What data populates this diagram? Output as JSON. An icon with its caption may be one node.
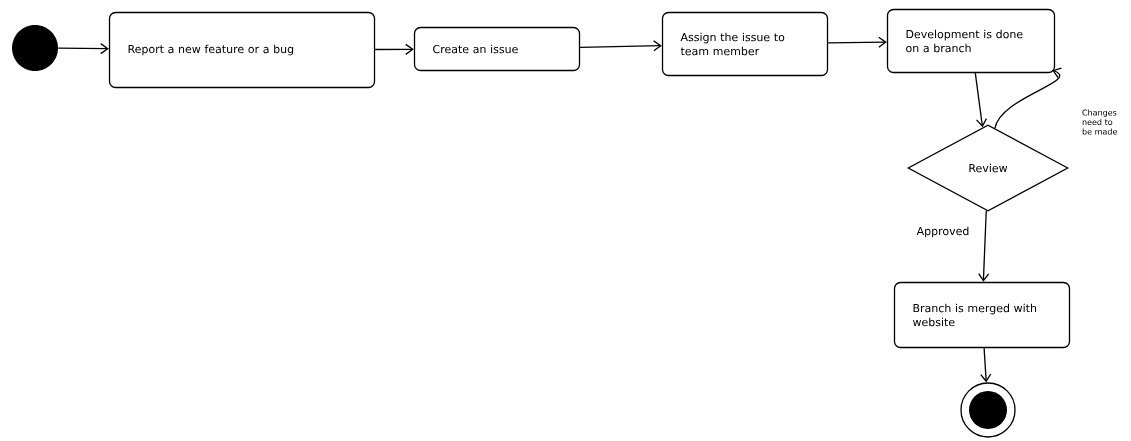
{
  "diagram": {
    "nodes": [
      {
        "text": [],
        "shape": "circle"
      },
      {
        "text": [
          "Report a new feature or a bug"
        ]
      },
      {
        "text": [
          "Create an issue"
        ]
      },
      {
        "text": [
          "Assign the issue to team member"
        ]
      },
      {
        "text": [
          "Development is done on a branch"
        ]
      },
      {
        "text": [
          "Review"
        ]
      },
      {
        "text": [
          "Branch is merged with website"
        ]
      },
      {
        "text": [],
        "shape": "circle"
      }
    ],
    "edges": [
      {
        "from": 0,
        "to": 1,
        "arrow": "to"
      },
      {
        "from": 1,
        "to": 2,
        "arrow": "to"
      },
      {
        "from": 2,
        "to": 3,
        "arrow": "to"
      },
      {
        "from": 3,
        "to": 4,
        "arrow": "to"
      },
      {
        "from": 4,
        "to": 5,
        "arrow": "to"
      },
      {
        "from": 5,
        "to": 4,
        "arrow": "to",
        "label": "Changes need to be made"
      },
      {
        "from": 5,
        "to": 6,
        "arrow": "to",
        "label": "Approved"
      },
      {
        "from": 6,
        "to": 7,
        "arrow": "to"
      }
    ]
  }
}
